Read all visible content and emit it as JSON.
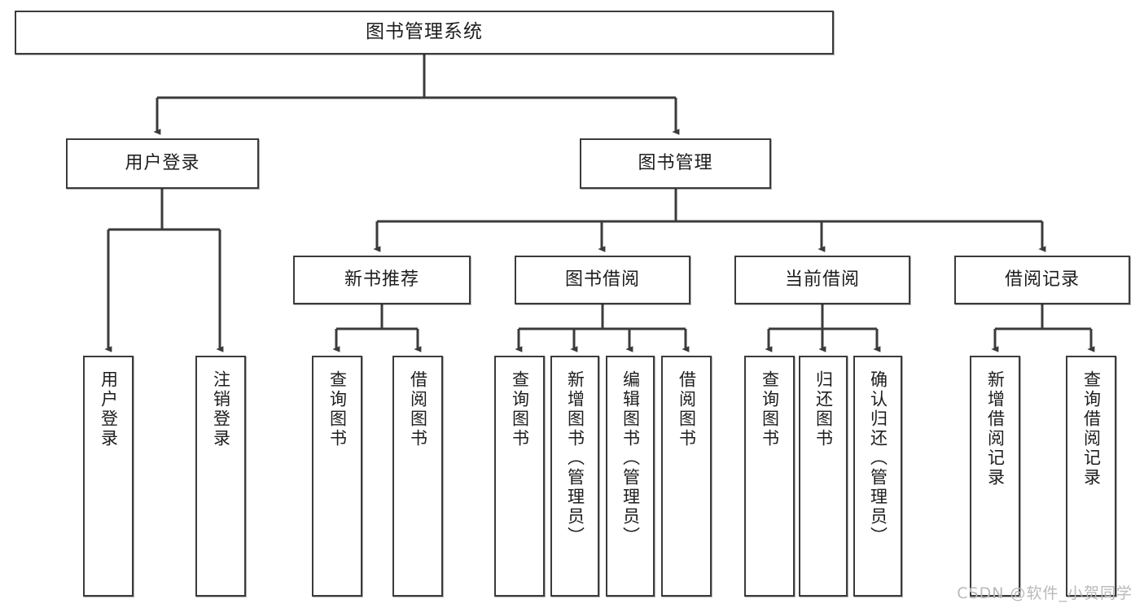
{
  "diagram": {
    "type": "tree",
    "title": "图书管理系统",
    "orientation": "top-down",
    "levels": 4,
    "style": {
      "box_fill": "#ffffff",
      "box_border": "#3b3b3b",
      "text_color": "#1d1d1d",
      "edge_color": "#3b3b3b",
      "background": "#ffffff"
    }
  },
  "nodes": {
    "root": {
      "label": "图书管理系统",
      "orientation": "horizontal"
    },
    "level2": [
      {
        "label": "用户登录",
        "orientation": "horizontal"
      },
      {
        "label": "图书管理",
        "orientation": "horizontal"
      }
    ],
    "level3": [
      {
        "label": "新书推荐",
        "orientation": "horizontal"
      },
      {
        "label": "图书借阅",
        "orientation": "horizontal"
      },
      {
        "label": "当前借阅",
        "orientation": "horizontal"
      },
      {
        "label": "借阅记录",
        "orientation": "horizontal"
      }
    ],
    "leaves": [
      {
        "label": "用户登录",
        "parent": "用户登录",
        "orientation": "vertical"
      },
      {
        "label": "注销登录",
        "parent": "用户登录",
        "orientation": "vertical"
      },
      {
        "label": "查询图书",
        "parent": "新书推荐",
        "orientation": "vertical"
      },
      {
        "label": "借阅图书",
        "parent": "新书推荐",
        "orientation": "vertical"
      },
      {
        "label": "查询图书",
        "parent": "图书借阅",
        "orientation": "vertical"
      },
      {
        "label": "新增图书（管理员）",
        "parent": "图书借阅",
        "orientation": "vertical"
      },
      {
        "label": "编辑图书（管理员）",
        "parent": "图书借阅",
        "orientation": "vertical"
      },
      {
        "label": "借阅图书",
        "parent": "图书借阅",
        "orientation": "vertical"
      },
      {
        "label": "查询图书",
        "parent": "当前借阅",
        "orientation": "vertical"
      },
      {
        "label": "归还图书",
        "parent": "当前借阅",
        "orientation": "vertical"
      },
      {
        "label": "确认归还（管理员）",
        "parent": "当前借阅",
        "orientation": "vertical"
      },
      {
        "label": "新增借阅记录",
        "parent": "借阅记录",
        "orientation": "vertical"
      },
      {
        "label": "查询借阅记录",
        "parent": "借阅记录",
        "orientation": "vertical"
      }
    ]
  },
  "watermark": {
    "text": "CSDN @软件_小贺同学"
  }
}
